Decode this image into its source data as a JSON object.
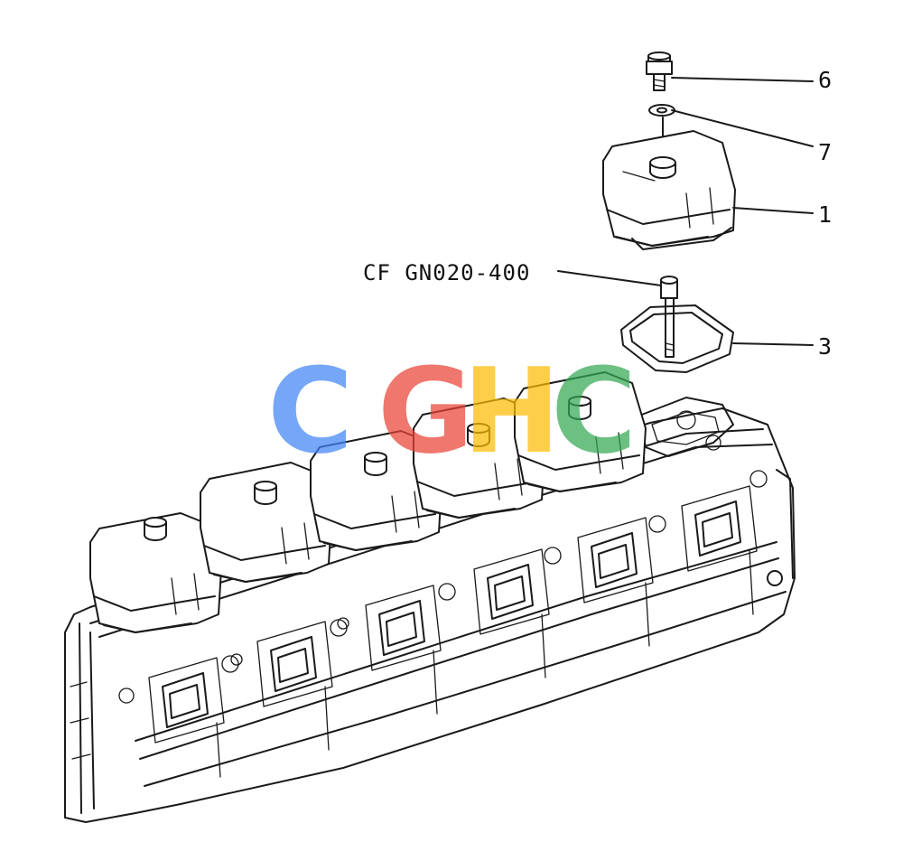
{
  "diagram": {
    "reference_note": "CF GN020-400",
    "callouts": [
      {
        "label": "6",
        "part": "bolt"
      },
      {
        "label": "7",
        "part": "washer"
      },
      {
        "label": "1",
        "part": "cylinder-head-cover"
      },
      {
        "label": "3",
        "part": "cover-gasket"
      }
    ],
    "watermark": {
      "letters": [
        "C",
        "G",
        "H",
        "C"
      ],
      "colors": [
        "#4285F4",
        "#EA4335",
        "#FBBC05",
        "#34A853"
      ]
    }
  }
}
